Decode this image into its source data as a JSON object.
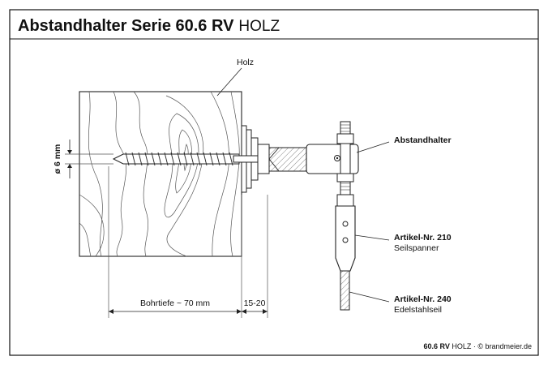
{
  "header": {
    "title_main": "Abstandhalter Serie 60.6 RV",
    "title_sub": "HOLZ"
  },
  "labels": {
    "holz": "Holz",
    "abstandhalter": "Abstandhalter",
    "artikel_210": "Artikel-Nr. 210",
    "seilspanner": "Seilspanner",
    "artikel_240": "Artikel-Nr. 240",
    "edelstahlseil": "Edelstahlseil",
    "diameter": "ø 6 mm",
    "bohrtiefe": "Bohrtiefe ~ 70 mm",
    "abstand": "15-20"
  },
  "footer": {
    "model": "60.6 RV",
    "rest": " HOLZ · © brandmeier.de"
  }
}
